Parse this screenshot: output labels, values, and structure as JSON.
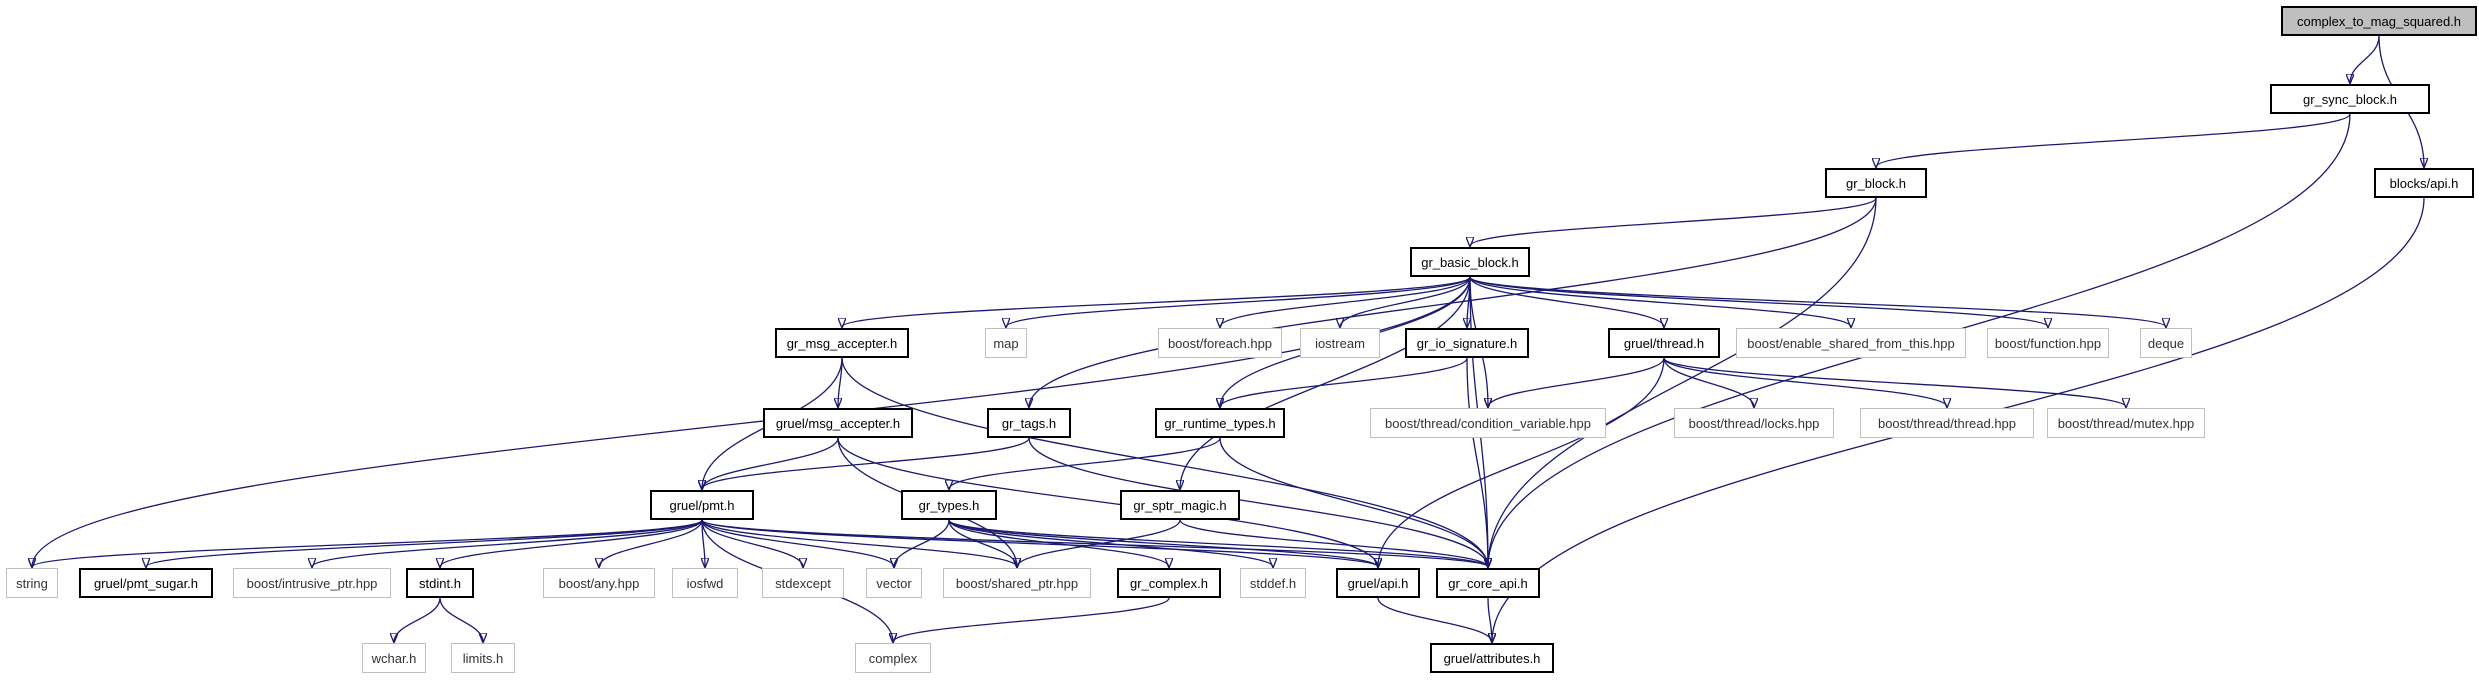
{
  "graph": {
    "nodes": [
      {
        "id": "root",
        "label": "complex_to_mag_squared.h",
        "kind": "root"
      },
      {
        "id": "sync",
        "label": "gr_sync_block.h",
        "kind": "plain"
      },
      {
        "id": "blocksapi",
        "label": "blocks/api.h",
        "kind": "plain"
      },
      {
        "id": "block",
        "label": "gr_block.h",
        "kind": "plain"
      },
      {
        "id": "basic",
        "label": "gr_basic_block.h",
        "kind": "plain"
      },
      {
        "id": "msgacc",
        "label": "gr_msg_accepter.h",
        "kind": "plain"
      },
      {
        "id": "map",
        "label": "map",
        "kind": "ext"
      },
      {
        "id": "foreach",
        "label": "boost/foreach.hpp",
        "kind": "ext"
      },
      {
        "id": "iostream",
        "label": "iostream",
        "kind": "ext"
      },
      {
        "id": "iosig",
        "label": "gr_io_signature.h",
        "kind": "plain"
      },
      {
        "id": "thread",
        "label": "gruel/thread.h",
        "kind": "plain"
      },
      {
        "id": "enable",
        "label": "boost/enable_shared_from_this.hpp",
        "kind": "ext"
      },
      {
        "id": "function",
        "label": "boost/function.hpp",
        "kind": "ext"
      },
      {
        "id": "deque",
        "label": "deque",
        "kind": "ext"
      },
      {
        "id": "gmsgacc",
        "label": "gruel/msg_accepter.h",
        "kind": "plain"
      },
      {
        "id": "tags",
        "label": "gr_tags.h",
        "kind": "plain"
      },
      {
        "id": "rtypes",
        "label": "gr_runtime_types.h",
        "kind": "plain"
      },
      {
        "id": "condvar",
        "label": "boost/thread/condition_variable.hpp",
        "kind": "ext"
      },
      {
        "id": "locks",
        "label": "boost/thread/locks.hpp",
        "kind": "ext"
      },
      {
        "id": "bthread",
        "label": "boost/thread/thread.hpp",
        "kind": "ext"
      },
      {
        "id": "mutex",
        "label": "boost/thread/mutex.hpp",
        "kind": "ext"
      },
      {
        "id": "pmt",
        "label": "gruel/pmt.h",
        "kind": "plain"
      },
      {
        "id": "types",
        "label": "gr_types.h",
        "kind": "plain"
      },
      {
        "id": "sptr",
        "label": "gr_sptr_magic.h",
        "kind": "plain"
      },
      {
        "id": "string",
        "label": "string",
        "kind": "ext"
      },
      {
        "id": "pmtsugar",
        "label": "gruel/pmt_sugar.h",
        "kind": "plain"
      },
      {
        "id": "intrusive",
        "label": "boost/intrusive_ptr.hpp",
        "kind": "ext"
      },
      {
        "id": "stdint",
        "label": "stdint.h",
        "kind": "plain"
      },
      {
        "id": "any",
        "label": "boost/any.hpp",
        "kind": "ext"
      },
      {
        "id": "iosfwd",
        "label": "iosfwd",
        "kind": "ext"
      },
      {
        "id": "stdexcept",
        "label": "stdexcept",
        "kind": "ext"
      },
      {
        "id": "vector",
        "label": "vector",
        "kind": "ext"
      },
      {
        "id": "shared",
        "label": "boost/shared_ptr.hpp",
        "kind": "ext"
      },
      {
        "id": "complexh",
        "label": "gr_complex.h",
        "kind": "plain"
      },
      {
        "id": "stddef",
        "label": "stddef.h",
        "kind": "ext"
      },
      {
        "id": "gruelapi",
        "label": "gruel/api.h",
        "kind": "plain"
      },
      {
        "id": "coreapi",
        "label": "gr_core_api.h",
        "kind": "plain"
      },
      {
        "id": "wchar",
        "label": "wchar.h",
        "kind": "ext"
      },
      {
        "id": "limits",
        "label": "limits.h",
        "kind": "ext"
      },
      {
        "id": "complex",
        "label": "complex",
        "kind": "ext"
      },
      {
        "id": "attrs",
        "label": "gruel/attributes.h",
        "kind": "plain"
      }
    ],
    "edges": [
      [
        "root",
        "sync"
      ],
      [
        "root",
        "blocksapi"
      ],
      [
        "sync",
        "block"
      ],
      [
        "sync",
        "coreapi"
      ],
      [
        "blocksapi",
        "attrs"
      ],
      [
        "block",
        "basic"
      ],
      [
        "block",
        "tags"
      ],
      [
        "block",
        "coreapi"
      ],
      [
        "basic",
        "msgacc"
      ],
      [
        "basic",
        "map"
      ],
      [
        "basic",
        "foreach"
      ],
      [
        "basic",
        "iostream"
      ],
      [
        "basic",
        "iosig"
      ],
      [
        "basic",
        "thread"
      ],
      [
        "basic",
        "enable"
      ],
      [
        "basic",
        "function"
      ],
      [
        "basic",
        "deque"
      ],
      [
        "basic",
        "string"
      ],
      [
        "basic",
        "rtypes"
      ],
      [
        "basic",
        "sptr"
      ],
      [
        "basic",
        "condvar"
      ],
      [
        "basic",
        "coreapi"
      ],
      [
        "msgacc",
        "gmsgacc"
      ],
      [
        "msgacc",
        "pmt"
      ],
      [
        "msgacc",
        "coreapi"
      ],
      [
        "gmsgacc",
        "pmt"
      ],
      [
        "gmsgacc",
        "shared"
      ],
      [
        "gmsgacc",
        "gruelapi"
      ],
      [
        "tags",
        "pmt"
      ],
      [
        "tags",
        "coreapi"
      ],
      [
        "iosig",
        "rtypes"
      ],
      [
        "iosig",
        "coreapi"
      ],
      [
        "rtypes",
        "types"
      ],
      [
        "rtypes",
        "coreapi"
      ],
      [
        "thread",
        "condvar"
      ],
      [
        "thread",
        "locks"
      ],
      [
        "thread",
        "bthread"
      ],
      [
        "thread",
        "mutex"
      ],
      [
        "thread",
        "gruelapi"
      ],
      [
        "pmt",
        "string"
      ],
      [
        "pmt",
        "pmtsugar"
      ],
      [
        "pmt",
        "intrusive"
      ],
      [
        "pmt",
        "stdint"
      ],
      [
        "pmt",
        "any"
      ],
      [
        "pmt",
        "iosfwd"
      ],
      [
        "pmt",
        "stdexcept"
      ],
      [
        "pmt",
        "vector"
      ],
      [
        "pmt",
        "shared"
      ],
      [
        "pmt",
        "complex"
      ],
      [
        "pmt",
        "gruelapi"
      ],
      [
        "pmt",
        "coreapi"
      ],
      [
        "types",
        "vector"
      ],
      [
        "types",
        "shared"
      ],
      [
        "types",
        "complexh"
      ],
      [
        "types",
        "stddef"
      ],
      [
        "types",
        "gruelapi"
      ],
      [
        "types",
        "coreapi"
      ],
      [
        "sptr",
        "shared"
      ],
      [
        "sptr",
        "coreapi"
      ],
      [
        "stdint",
        "wchar"
      ],
      [
        "stdint",
        "limits"
      ],
      [
        "complexh",
        "complex"
      ],
      [
        "gruelapi",
        "attrs"
      ],
      [
        "coreapi",
        "attrs"
      ]
    ]
  }
}
